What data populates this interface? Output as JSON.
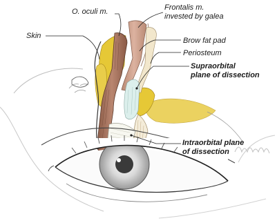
{
  "labels": {
    "o_oculi": "O. oculi m.",
    "frontalis_1": "Frontalis m.",
    "frontalis_2": "invested by galea",
    "skin": "Skin",
    "brow_fat": "Brow fat pad",
    "periosteum": "Periosteum",
    "supra_1": "Supraorbital",
    "supra_2": "plane of dissection",
    "intra_1": "Intraorbital plane",
    "intra_2": "of dissection"
  },
  "colors": {
    "fat": "#e4c63a",
    "muscle_oculi": "#a77a63",
    "muscle_frontalis": "#c89a85",
    "periosteum": "#f0e4c8",
    "dissection_plane": "#dff0ec",
    "skin_line": "#333333",
    "leader": "#222222"
  }
}
